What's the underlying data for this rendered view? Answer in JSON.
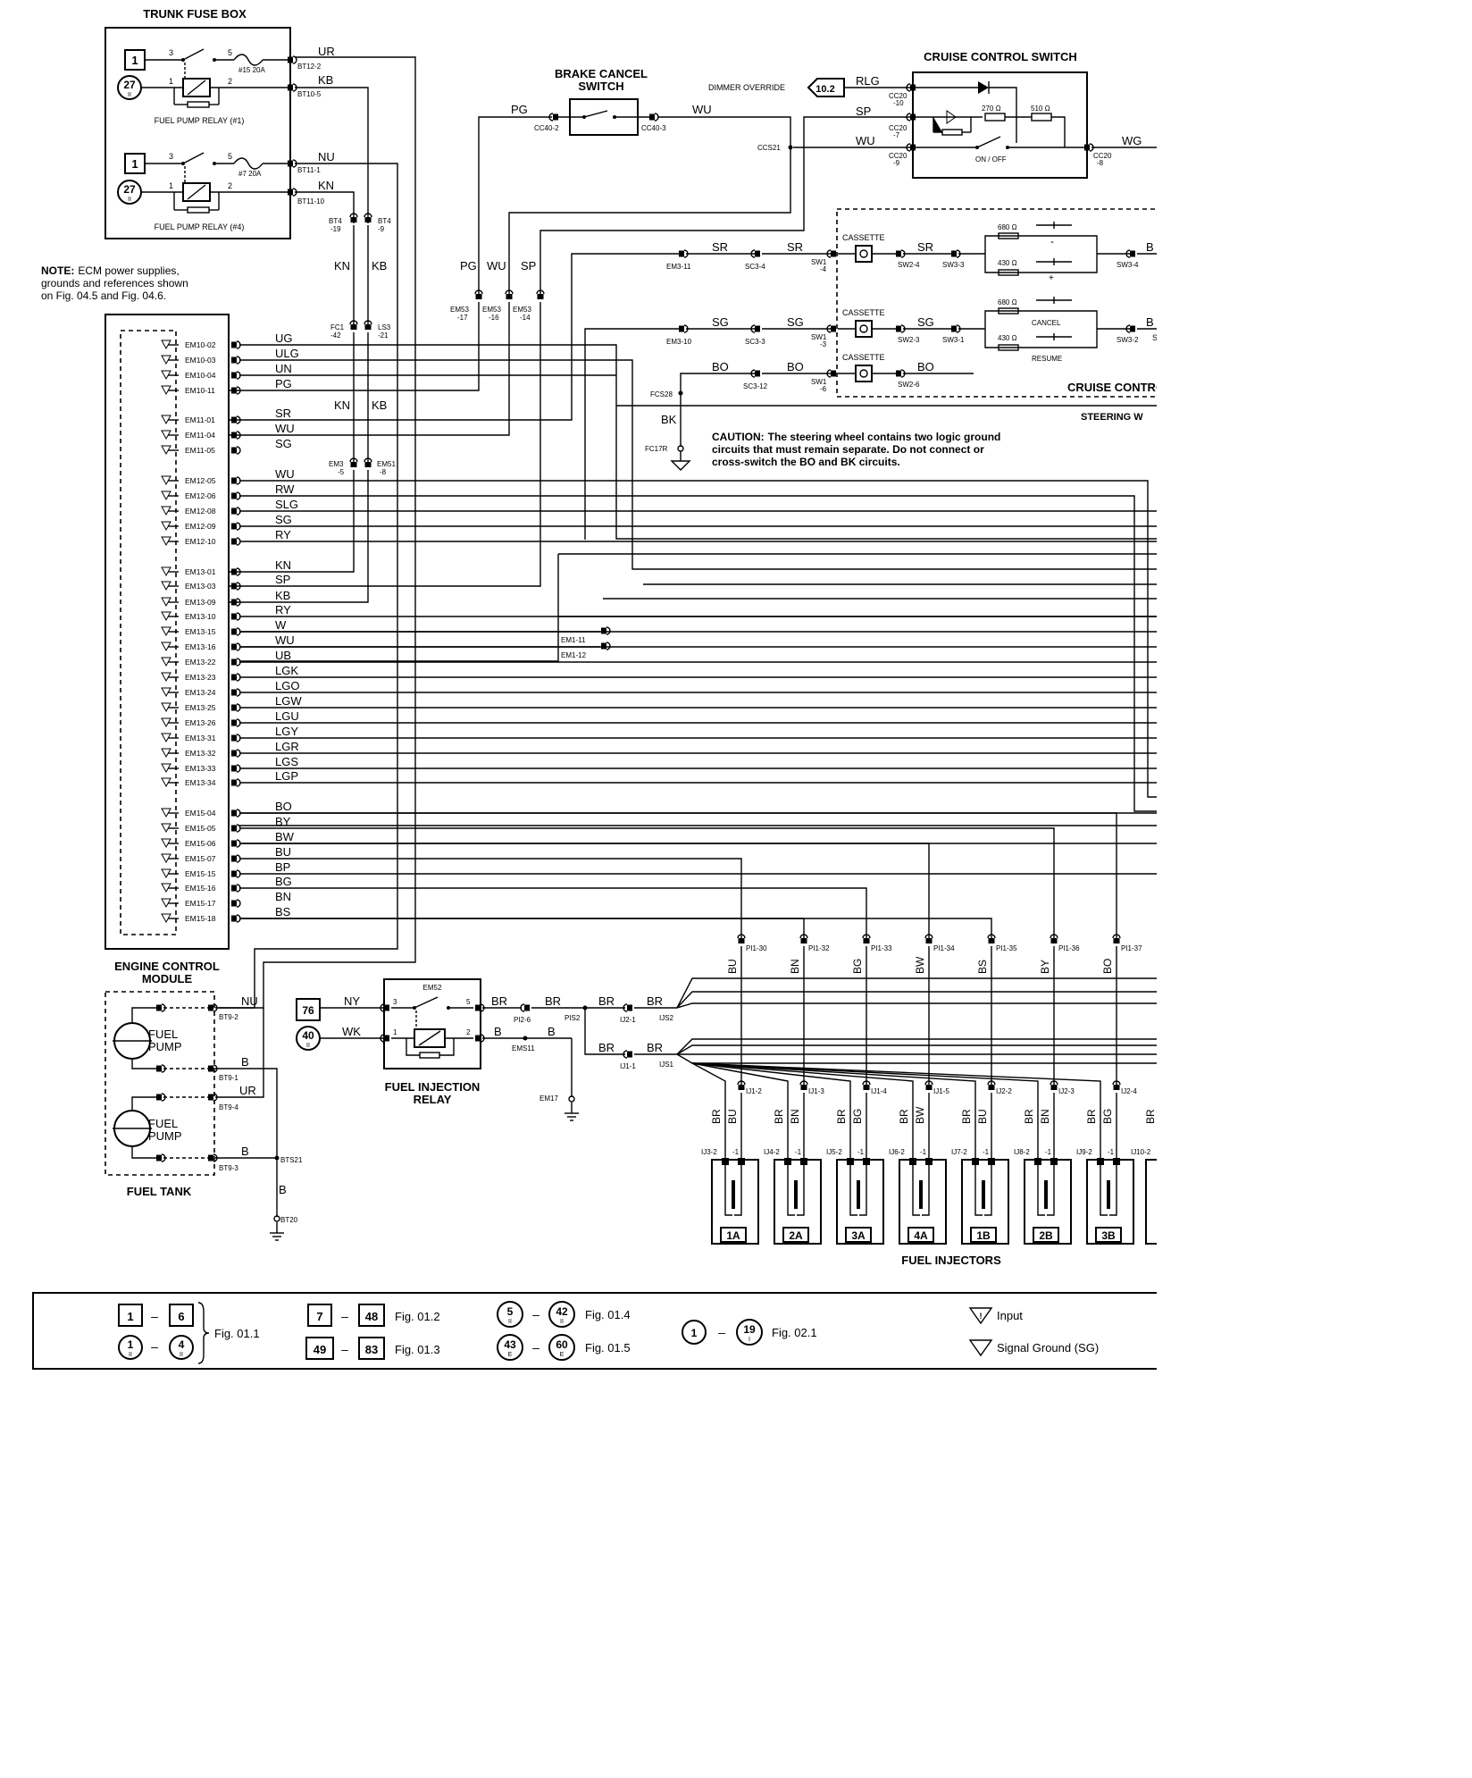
{
  "fuse_box": {
    "title": "TRUNK FUSE BOX",
    "relay1": "FUEL PUMP RELAY (#1)",
    "relay4": "FUEL PUMP RELAY (#4)",
    "ref1": "1",
    "ref2": "1",
    "ref27a": "27",
    "ref27b": "27",
    "ref27sub": "II",
    "fuse1": "#15 20A",
    "fuse2": "#7 20A",
    "pin3": "3",
    "pin5": "5",
    "pin1": "1",
    "pin2": "2",
    "conn": [
      "BT12-2",
      "BT10-5",
      "BT11-1",
      "BT11-10"
    ],
    "wires": [
      "UR",
      "KB",
      "NU",
      "KN"
    ]
  },
  "note": {
    "lead": "NOTE:",
    "text1": "ECM power supplies,",
    "text2": "grounds and references shown",
    "text3": "on Fig. 04.5 and Fig. 04.6."
  },
  "brake": {
    "title1": "BRAKE CANCEL",
    "title2": "SWITCH",
    "in": "PG",
    "out": "WU",
    "cin": "CC40-2",
    "cout": "CC40-3"
  },
  "cruise": {
    "title": "CRUISE CONTROL SWITCH",
    "dimmer": "DIMMER OVERRIDE",
    "ref": "10.2",
    "rlg": "RLG",
    "sp": "SP",
    "wu": "WU",
    "wg": "WG",
    "c1": "CC20",
    "c1b": "-10",
    "c2": "CC20",
    "c2b": "-7",
    "c3": "CC20",
    "c3b": "-9",
    "c4": "CC20",
    "c4b": "-8",
    "ccs": "CCS21",
    "r1": "270 Ω",
    "r2": "510 Ω",
    "onoff": "ON / OFF"
  },
  "steering": {
    "cassette": "CASSETTE",
    "title": "CRUISE CONTROL SWITCH",
    "wheel": "STEERING W",
    "r680": "680 Ω",
    "r430": "430 Ω",
    "cancel": "CANCEL",
    "resume": "RESUME",
    "minus": "-",
    "plus": "+",
    "sr": "SR",
    "sg": "SG",
    "bo": "BO",
    "bk": "BK",
    "em311": "EM3-11",
    "em310": "EM3-10",
    "sc34": "SC3-4",
    "sc33": "SC3-3",
    "sc312": "SC3-12",
    "sw14": "SW1",
    "sw14b": "-4",
    "sw13": "SW1",
    "sw13b": "-3",
    "sw16": "SW1",
    "sw16b": "-6",
    "sw24": "SW2-4",
    "sw34": "SW3-3",
    "sw23": "SW2-3",
    "sw31": "SW3-1",
    "sw26": "SW2-6",
    "sw344": "SW3-4",
    "sw32": "SW3-2",
    "fcs28": "FCS28",
    "fc17r": "FC17R",
    "b_letter": "B",
    "s_letter": "S",
    "caution_lead": "CAUTION:",
    "caution1": "The steering wheel contains two logic ground",
    "caution2": "circuits that must remain separate.  Do not connect or",
    "caution3": "cross-switch the BO and BK circuits."
  },
  "mid": {
    "bt4a": "BT4",
    "bt4ab": "-19",
    "bt4b": "BT4",
    "bt4bb": "-9",
    "kn": "KN",
    "kb": "KB",
    "fc1": "FC1",
    "fc1b": "-42",
    "ls3": "LS3",
    "ls3b": "-21",
    "em3": "EM3",
    "em3b": "-5",
    "em51": "EM51",
    "em51b": "-8",
    "pg": "PG",
    "wu": "WU",
    "sp": "SP",
    "em53a": "EM53",
    "em53ab": "-17",
    "em53b": "EM53",
    "em53bb": "-16",
    "em53c": "EM53",
    "em53cb": "-14",
    "em111": "EM1-11",
    "em112": "EM1-12"
  },
  "ecm": {
    "title1": "ENGINE CONTROL",
    "title2": "MODULE",
    "pins": [
      {
        "p": "EM10-02",
        "w": "UG"
      },
      {
        "p": "EM10-03",
        "w": "ULG"
      },
      {
        "p": "EM10-04",
        "w": "UN"
      },
      {
        "p": "EM10-11",
        "w": "PG"
      },
      {
        "p": "EM11-01",
        "w": "SR"
      },
      {
        "p": "EM11-04",
        "w": "WU"
      },
      {
        "p": "EM11-05",
        "w": "SG"
      },
      {
        "p": "EM12-05",
        "w": "WU"
      },
      {
        "p": "EM12-06",
        "w": "RW"
      },
      {
        "p": "EM12-08",
        "w": "SLG"
      },
      {
        "p": "EM12-09",
        "w": "SG"
      },
      {
        "p": "EM12-10",
        "w": "RY"
      },
      {
        "p": "EM13-01",
        "w": "KN"
      },
      {
        "p": "EM13-03",
        "w": "SP"
      },
      {
        "p": "EM13-09",
        "w": "KB"
      },
      {
        "p": "EM13-10",
        "w": "RY"
      },
      {
        "p": "EM13-15",
        "w": "W"
      },
      {
        "p": "EM13-16",
        "w": "WU"
      },
      {
        "p": "EM13-22",
        "w": "UB"
      },
      {
        "p": "EM13-23",
        "w": "LGK"
      },
      {
        "p": "EM13-24",
        "w": "LGO"
      },
      {
        "p": "EM13-25",
        "w": "LGW"
      },
      {
        "p": "EM13-26",
        "w": "LGU"
      },
      {
        "p": "EM13-31",
        "w": "LGY"
      },
      {
        "p": "EM13-32",
        "w": "LGR"
      },
      {
        "p": "EM13-33",
        "w": "LGS"
      },
      {
        "p": "EM13-34",
        "w": "LGP"
      },
      {
        "p": "EM15-04",
        "w": "BO"
      },
      {
        "p": "EM15-05",
        "w": "BY"
      },
      {
        "p": "EM15-06",
        "w": "BW"
      },
      {
        "p": "EM15-07",
        "w": "BU"
      },
      {
        "p": "EM15-15",
        "w": "BP"
      },
      {
        "p": "EM15-16",
        "w": "BG"
      },
      {
        "p": "EM15-17",
        "w": "BN"
      },
      {
        "p": "EM15-18",
        "w": "BS"
      }
    ]
  },
  "tank": {
    "title": "FUEL TANK",
    "pump": "FUEL",
    "pump2": "PUMP",
    "nu": "NU",
    "b": "B",
    "ur": "UR",
    "b2": "B",
    "b3": "B",
    "bt92": "BT9-2",
    "bt91": "BT9-1",
    "bt94": "BT9-4",
    "bt93": "BT9-3",
    "bts21": "BTS21",
    "bt20": "BT20"
  },
  "injrelay": {
    "title1": "FUEL INJECTION",
    "title2": "RELAY",
    "em52": "EM52",
    "ref76": "76",
    "ref40": "40",
    "ref40sub": "II",
    "ny": "NY",
    "wk": "WK",
    "br": "BR",
    "br2": "BR",
    "br3": "BR",
    "br4": "BR",
    "br5": "BR",
    "br6": "BR",
    "b": "B",
    "b2": "B",
    "pi26": "PI2-6",
    "pis2": "PIS2",
    "ij21": "IJ2-1",
    "ijs2": "IJS2",
    "ij11": "IJ1-1",
    "ijs1": "IJS1",
    "ems11": "EMS11",
    "em17": "EM17",
    "p3": "3",
    "p5": "5",
    "p1": "1",
    "p2": "2"
  },
  "injectors": {
    "title": "FUEL INJECTORS",
    "labels": [
      "1A",
      "2A",
      "3A",
      "4A",
      "1B",
      "2B",
      "3B"
    ],
    "pi": [
      "PI1-30",
      "PI1-32",
      "PI1-33",
      "PI1-34",
      "PI1-35",
      "PI1-36",
      "PI1-37"
    ],
    "sig": [
      "BU",
      "BN",
      "BG",
      "BW",
      "BS",
      "BY",
      "BO"
    ],
    "ij": [
      "IJ1-2",
      "IJ1-3",
      "IJ1-4",
      "IJ1-5",
      "IJ2-2",
      "IJ2-3",
      "IJ2-4"
    ],
    "iconn": [
      "IJ3-2",
      "IJ4-2",
      "IJ5-2",
      "IJ6-2",
      "IJ7-2",
      "IJ8-2",
      "IJ9-2",
      "IJ10-2"
    ],
    "sigb": [
      "BU",
      "BN",
      "BG",
      "BW",
      "BU",
      "BN",
      "BG"
    ],
    "br": "BR",
    "m1": "-1"
  },
  "legend": {
    "a1": "1",
    "a2": "6",
    "f011": "Fig. 01.1",
    "b1": "1",
    "b2": "4",
    "bsub": "II",
    "c1": "7",
    "c2": "48",
    "f012": "Fig. 01.2",
    "d1": "49",
    "d2": "83",
    "f013": "Fig. 01.3",
    "e1": "5",
    "e2": "42",
    "esub": "II",
    "f014": "Fig. 01.4",
    "g1": "43",
    "g2": "60",
    "gsub": "E",
    "f015": "Fig. 01.5",
    "h1": "1",
    "h2": "19",
    "hsub": "I",
    "f021": "Fig. 02.1",
    "dash": "–",
    "input": "Input",
    "sg": "Signal Ground (SG)",
    "excl": "!"
  }
}
